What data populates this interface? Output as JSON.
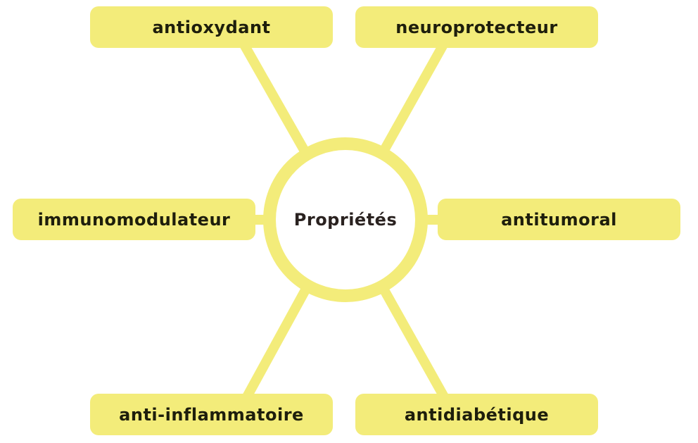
{
  "diagram": {
    "center": {
      "label": "Propriétés"
    },
    "nodes": [
      {
        "id": "antioxydant",
        "label": "antioxydant",
        "position": "top-left"
      },
      {
        "id": "neuroprotecteur",
        "label": "neuroprotecteur",
        "position": "top-right"
      },
      {
        "id": "immunomodulateur",
        "label": "immunomodulateur",
        "position": "left"
      },
      {
        "id": "antitumoral",
        "label": "antitumoral",
        "position": "right"
      },
      {
        "id": "anti-inflammatoire",
        "label": "anti-inflammatoire",
        "position": "bottom-left"
      },
      {
        "id": "antidiabetique",
        "label": "antidiabétique",
        "position": "bottom-right"
      }
    ],
    "colors": {
      "accent": "#f3ec7a",
      "text": "#1e1e0c",
      "background": "#ffffff"
    }
  }
}
